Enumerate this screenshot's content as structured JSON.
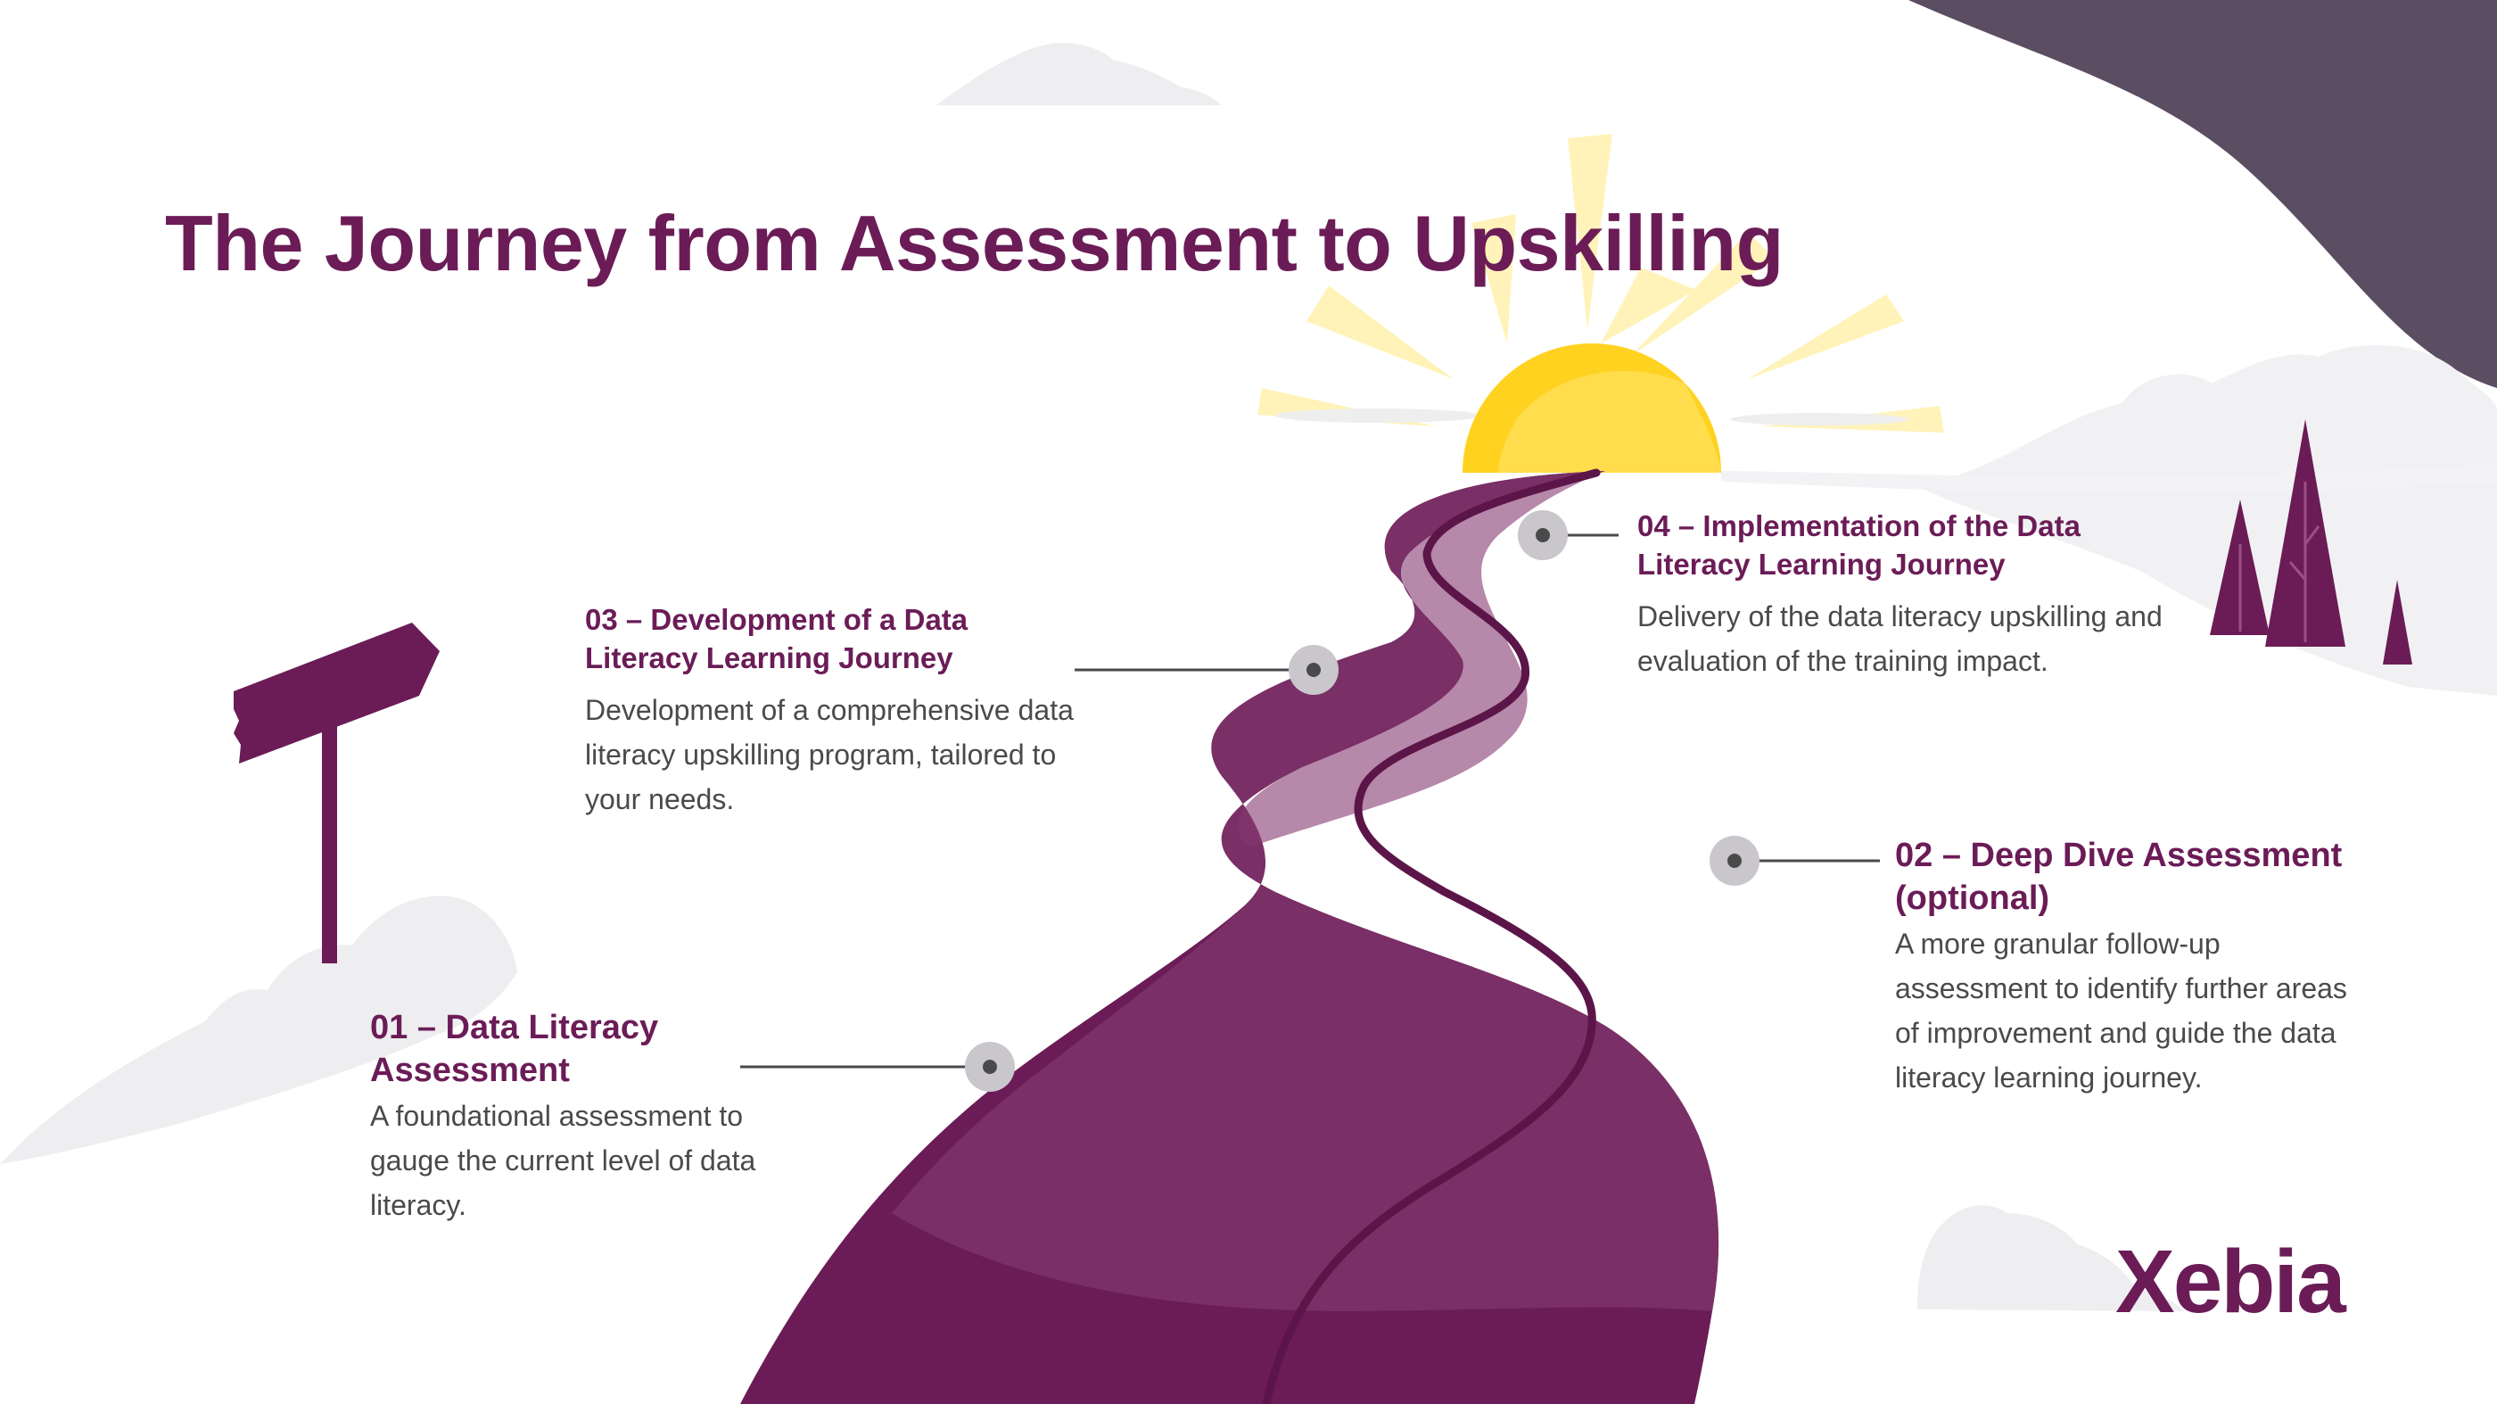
{
  "title": "The Journey from Assessment to Upskilling",
  "steps": [
    {
      "title": "01 – Data Literacy Assessment",
      "description": "A foundational assessment to gauge the current level of data literacy."
    },
    {
      "title": "02 – Deep Dive Assessment (optional)",
      "description": "A more granular follow-up assessment to identify further areas of improvement and guide the data literacy learning journey."
    },
    {
      "title": "03 – Development of a Data Literacy Learning Journey",
      "description": "Development of a comprehensive data literacy upskilling program, tailored to your needs."
    },
    {
      "title": "04 – Implementation of the Data Literacy Learning Journey",
      "description": "Delivery of the data literacy upskilling and evaluation of the training impact."
    }
  ],
  "logo": "Xebia",
  "colors": {
    "brand_purple": "#6b1c57",
    "road_light": "#7a2f66",
    "sun": "#ffd21f",
    "corner": "#5b4d62",
    "cloud": "#eeeef0",
    "marker": "#c9c6cc",
    "marker_dot": "#4a4a4a",
    "text_gray": "#4a4a4a"
  },
  "icons": [
    "signpost-icon",
    "sun-icon",
    "tree-icon",
    "road-icon",
    "cloud-icon"
  ]
}
